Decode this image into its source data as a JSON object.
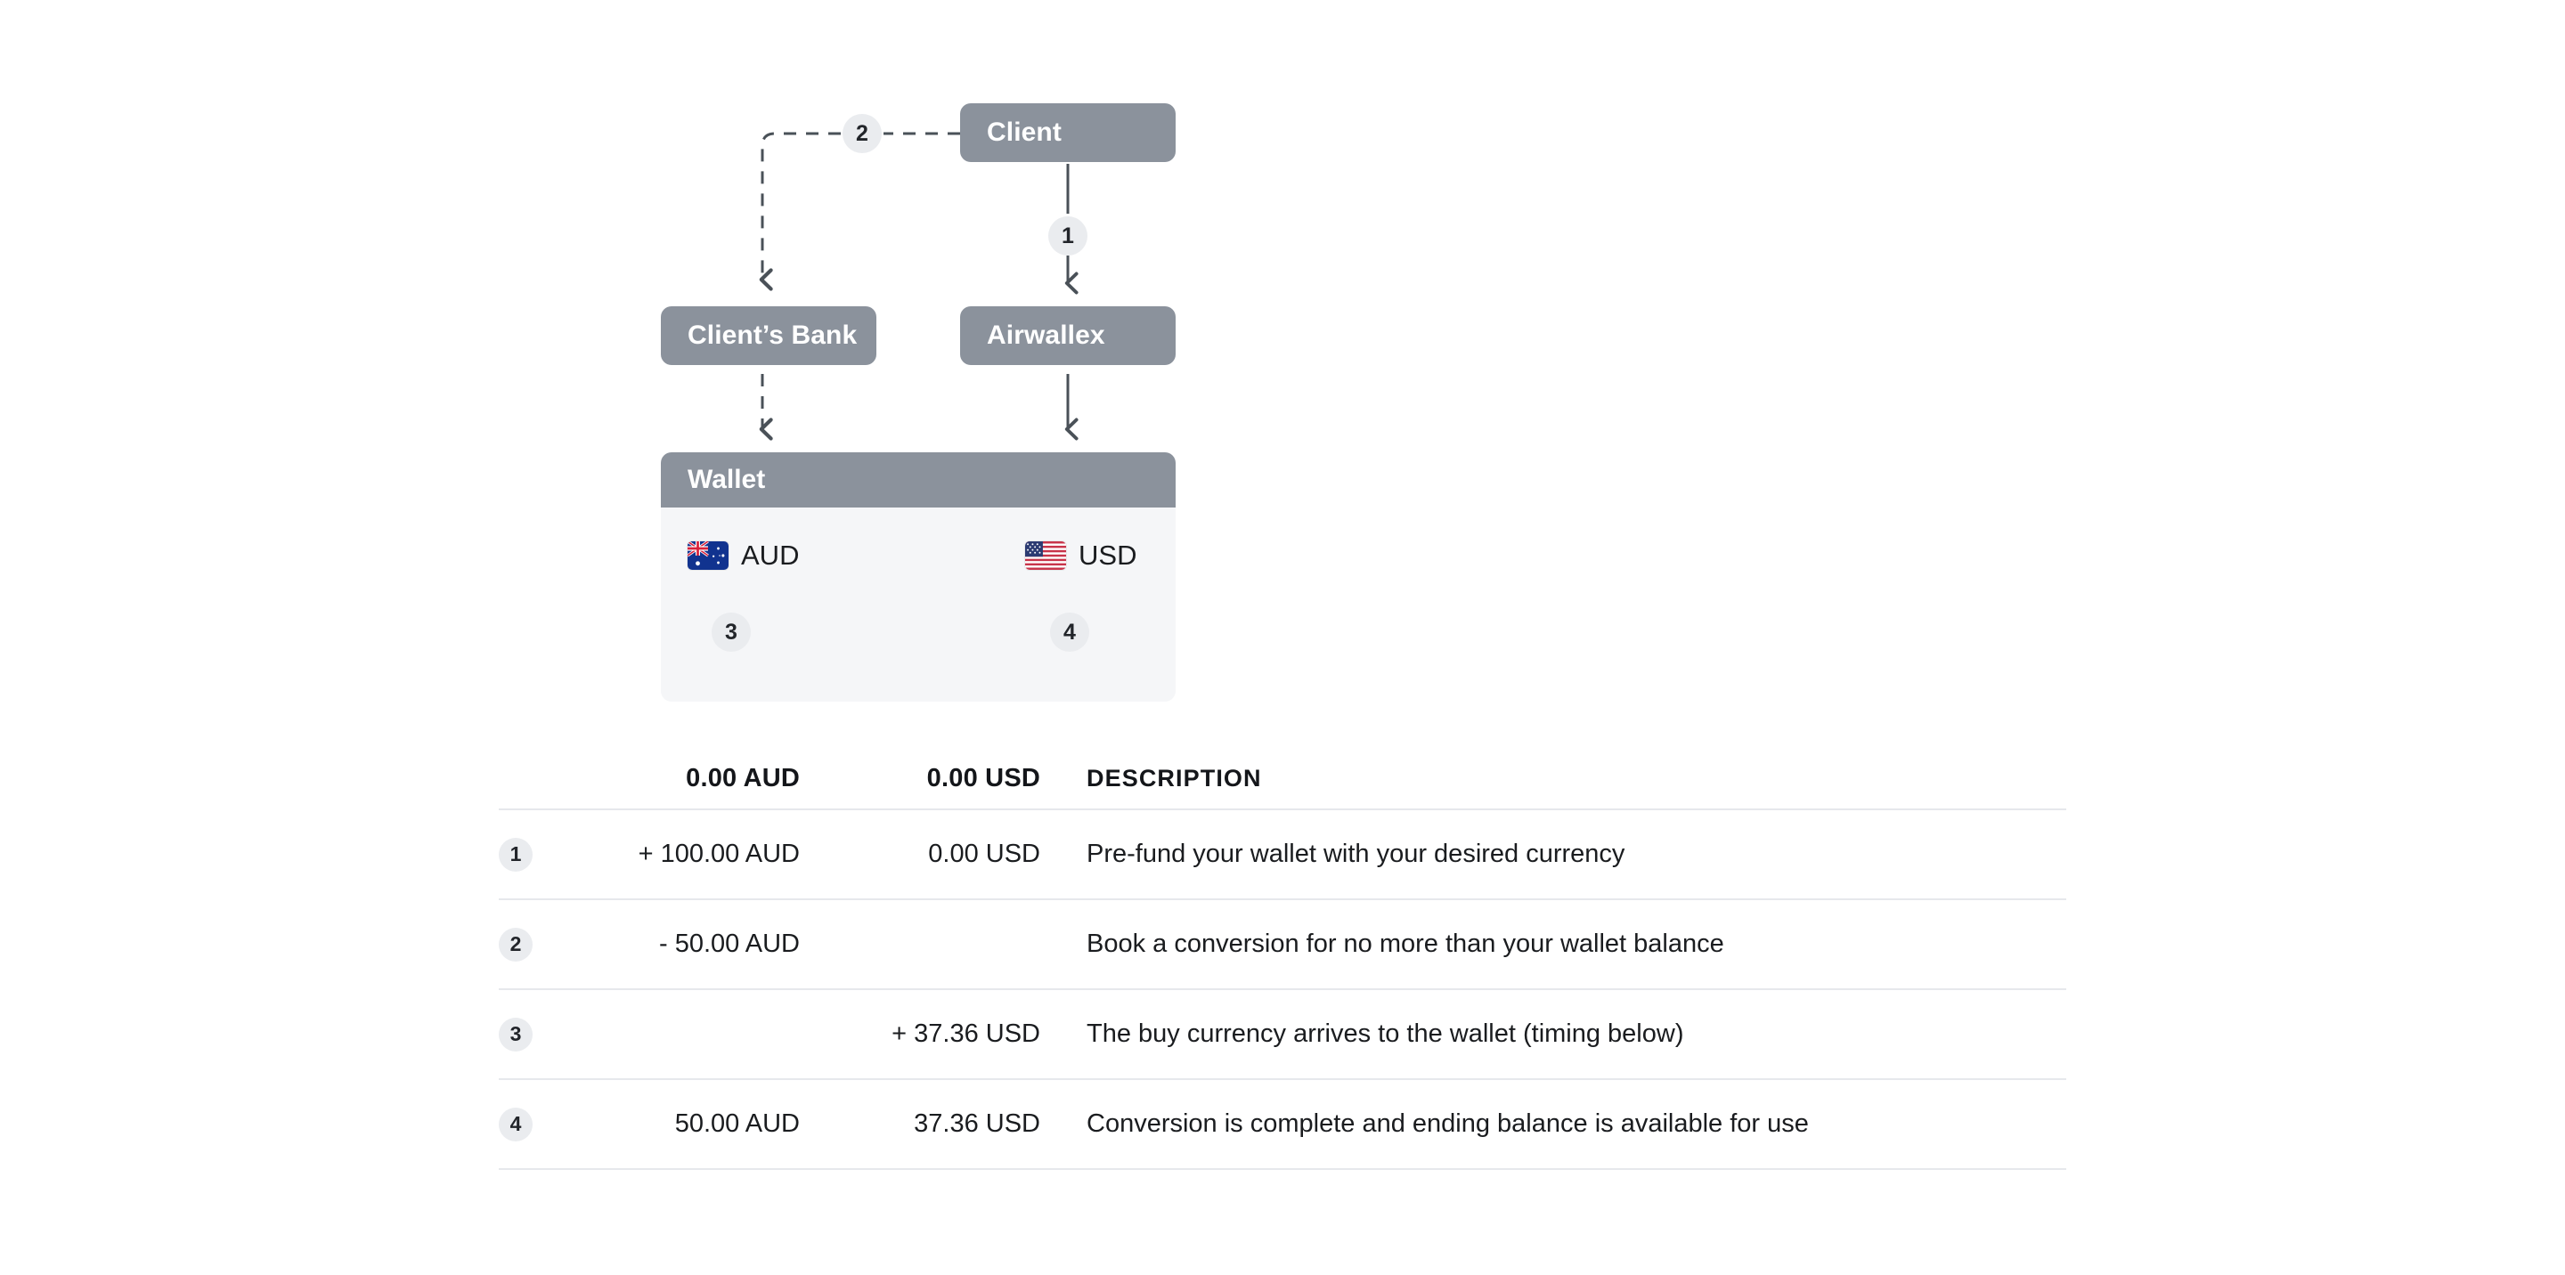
{
  "diagram": {
    "nodes": {
      "client": "Client",
      "clients_bank": "Client’s Bank",
      "airwallex": "Airwallex"
    },
    "wallet": {
      "title": "Wallet",
      "from_currency": "AUD",
      "to_currency": "USD",
      "from_flag_icon": "flag-au-icon",
      "to_flag_icon": "flag-us-icon"
    },
    "step_badges": {
      "client_to_airwallex": "1",
      "client_to_bank": "2",
      "wallet_from": "3",
      "wallet_to": "4"
    },
    "colors": {
      "node_fill": "#8b929c",
      "node_text": "#ffffff",
      "badge_fill": "#eaecef",
      "badge_text": "#22252a",
      "wallet_body": "#f5f6f8",
      "connector": "#4a5158",
      "divider": "#e6e8ec"
    }
  },
  "table": {
    "headers": {
      "index": "",
      "aud": "0.00 AUD",
      "usd": "0.00 USD",
      "description": "DESCRIPTION"
    },
    "rows": [
      {
        "index": "1",
        "aud": "+ 100.00 AUD",
        "usd": "0.00 USD",
        "description": "Pre-fund your wallet with your desired currency"
      },
      {
        "index": "2",
        "aud": "- 50.00 AUD",
        "usd": "",
        "description": "Book a conversion for no more than your wallet balance"
      },
      {
        "index": "3",
        "aud": "",
        "usd": "+ 37.36 USD",
        "description": "The buy currency arrives to the wallet (timing below)"
      },
      {
        "index": "4",
        "aud": "50.00 AUD",
        "usd": "37.36 USD",
        "description": "Conversion is complete and ending balance is available for use"
      }
    ]
  }
}
